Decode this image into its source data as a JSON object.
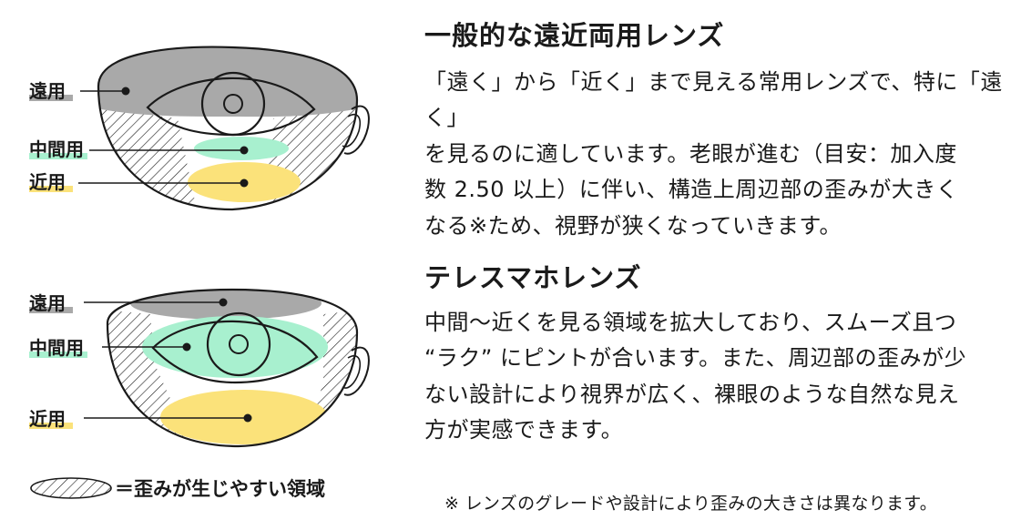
{
  "sections": [
    {
      "title": "一般的な遠近両用レンズ",
      "body": "「遠く」から「近く」まで見える常用レンズで、特に「遠く」\nを見るのに適しています。老眼が進む（目安：加入度\n数 2.50 以上）に伴い、構造上周辺部の歪みが大きく\nなる※ため、視野が狭くなっていきます。",
      "labels": {
        "far": "遠用",
        "middle": "中間用",
        "near": "近用"
      }
    },
    {
      "title": "テレスマホレンズ",
      "body": "中間〜近くを見る領域を拡大しており、スムーズ且つ\n“ラク” にピントが合います。また、周辺部の歪みが少\nない設計により視界が広く、裸眼のような自然な見え\n方が実感できます。",
      "labels": {
        "far": "遠用",
        "middle": "中間用",
        "near": "近用"
      }
    }
  ],
  "legend": {
    "text": "＝歪みが生じやすい領域"
  },
  "footnote": "※ レンズのグレードや設計により歪みの大きさは異なります。",
  "colors": {
    "far_zone": "#a9a9a9",
    "middle_zone": "#a8f0cf",
    "near_zone": "#fbe27a",
    "outline": "#1a1a1a"
  }
}
